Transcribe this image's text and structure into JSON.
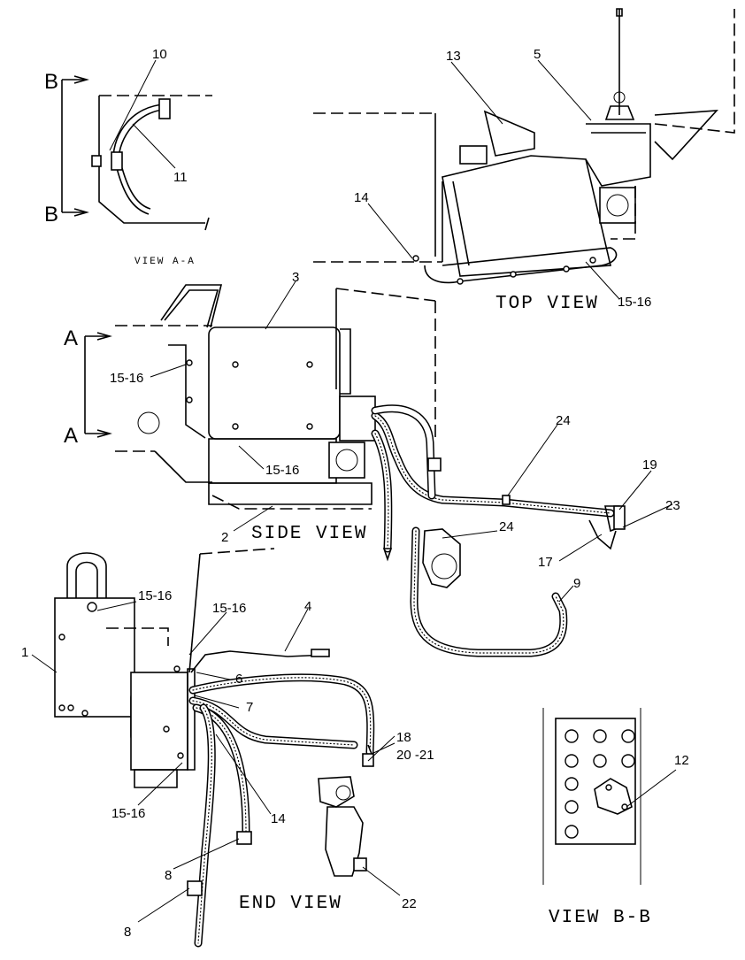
{
  "views": {
    "view_a_a": "VIEW A-A",
    "top_view": "TOP VIEW",
    "side_view": "SIDE VIEW",
    "end_view": "END VIEW",
    "view_b_b": "VIEW B-B"
  },
  "section_marks": {
    "b_top": "B",
    "b_bottom": "B",
    "a_top": "A",
    "a_bottom": "A"
  },
  "callouts": {
    "c10": "10",
    "c11": "11",
    "c13": "13",
    "c5": "5",
    "c14_top": "14",
    "c15_16_top": "15-16",
    "c3": "3",
    "c15_16_side_left": "15-16",
    "c15_16_side_bottom": "15-16",
    "c24_a": "24",
    "c24_b": "24",
    "c19": "19",
    "c23": "23",
    "c17": "17",
    "c2": "2",
    "c9": "9",
    "c15_16_end_a": "15-16",
    "c15_16_end_b": "15-16",
    "c4": "4",
    "c1": "1",
    "c6": "6",
    "c7": "7",
    "c18": "18",
    "c20_21": "20 -21",
    "c15_16_end_c": "15-16",
    "c14_end": "14",
    "c12": "12",
    "c8_a": "8",
    "c8_b": "8",
    "c22": "22"
  }
}
